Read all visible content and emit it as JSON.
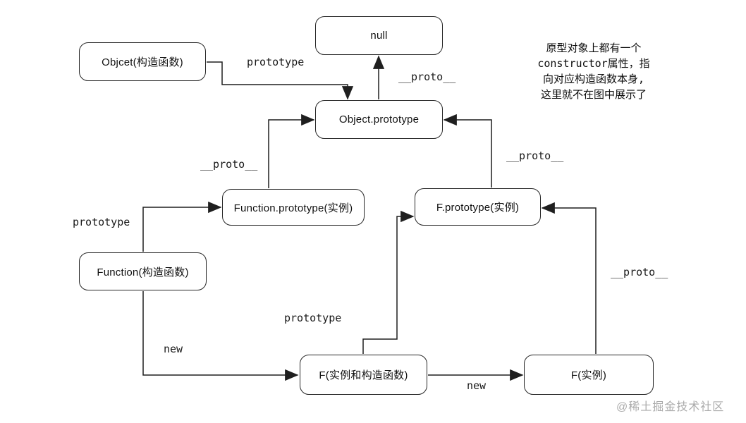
{
  "diagram": {
    "nodes": {
      "null_box": {
        "label": "null"
      },
      "object_constructor": {
        "label": "Objcet(构造函数)"
      },
      "object_prototype": {
        "label": "Object.prototype"
      },
      "function_prototype": {
        "label": "Function.prototype(实例)"
      },
      "f_prototype": {
        "label": "F.prototype(实例)"
      },
      "function_constructor": {
        "label": "Function(构造函数)"
      },
      "f_constructor": {
        "label": "F(实例和构造函数)"
      },
      "f_instance": {
        "label": "F(实例)"
      }
    },
    "edge_labels": {
      "object_to_objectprototype": "prototype",
      "objectprototype_to_null": "__proto__",
      "functionprototype_to_objectprototype": "__proto__",
      "fprototype_to_objectprototype": "__proto__",
      "function_to_functionprototype": "prototype",
      "f_to_fprototype": "prototype",
      "function_new_f": "new",
      "f_new_finstance": "new",
      "finstance_to_fprototype": "__proto__"
    },
    "note_lines": {
      "0": "原型对象上都有一个",
      "1": "constructor属性，指",
      "2": "向对应构造函数本身,",
      "3": "这里就不在图中展示了"
    },
    "watermark": "@稀土掘金技术社区",
    "colors": {
      "line": "#1f1f1f",
      "box_border": "#262626",
      "text": "#111111",
      "watermark": "#ababab",
      "background": "#ffffff"
    }
  }
}
